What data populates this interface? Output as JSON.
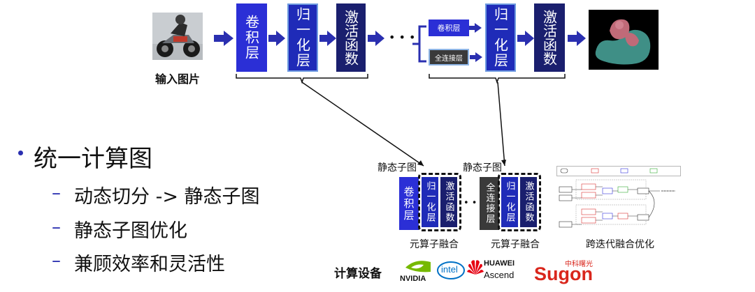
{
  "pipeline": {
    "input_label": "输入图片",
    "conv_label": "卷积层",
    "norm_label": "归一化层",
    "act_label": "激活函数",
    "dots": "• • •",
    "branch_conv": "卷积层",
    "branch_fc": "全连接层"
  },
  "bullets": {
    "main": "统一计算图",
    "items": [
      "动态切分 -> 静态子图",
      "静态子图优化",
      "兼顾效率和灵活性"
    ]
  },
  "fusion": {
    "static_subgraph": "静态子图",
    "op_fusion": "元算子融合",
    "conv": "卷积层",
    "norm": "归一化层",
    "act": "激活函数",
    "fc": "全连接层",
    "dots": "• • •",
    "iter_fusion": "跨迭代融合优化"
  },
  "devices": {
    "label": "计算设备",
    "nvidia": "NVIDIA",
    "intel": "intel",
    "huawei": "HUAWEI",
    "ascend": "Ascend",
    "sugon_cn": "中科曙光",
    "sugon": "Sugon"
  },
  "colors": {
    "conv_blue": "#2b2fd6",
    "norm_blue": "#1f2bb8",
    "act_navy": "#1a1f6e",
    "arrow_blue": "#2a2fb0",
    "fc_gray": "#3a3a3a",
    "huawei_red": "#e60012",
    "sugon_red": "#d9261c",
    "nvidia_green": "#76b900",
    "intel_blue": "#0071c5"
  }
}
